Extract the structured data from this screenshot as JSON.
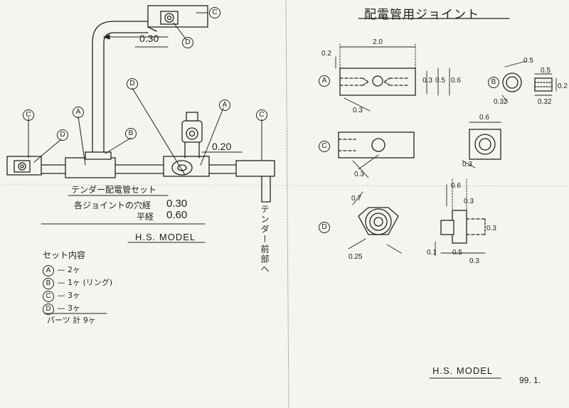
{
  "sheet": {
    "paper_color": "#f5f4f0",
    "ink_color": "#222222"
  },
  "left_panel": {
    "pipe_dims": [
      "0.30",
      "0.20"
    ],
    "callouts": [
      "C",
      "D",
      "A",
      "B",
      "D",
      "A",
      "C",
      "C",
      "D"
    ],
    "set_title": "テンダー配電管セット",
    "spec_hole_label": "各ジョイントの穴経",
    "spec_hole_value": "0.30",
    "spec_flat_label": "平経",
    "spec_flat_value": "0.60",
    "maker": "H.S. MODEL",
    "contents_title": "セット内容",
    "contents": [
      {
        "mark": "A",
        "qty": "— 2ヶ"
      },
      {
        "mark": "B",
        "qty": "— 1ヶ (リング)"
      },
      {
        "mark": "C",
        "qty": "— 3ヶ"
      },
      {
        "mark": "D",
        "qty": "— 3ヶ"
      }
    ],
    "total": "パーツ 計 9ヶ",
    "vertical_note": "テンダー前部へ"
  },
  "right_panel": {
    "title": "配電管用ジョイント",
    "part_labels": [
      "A",
      "B",
      "C",
      "D"
    ],
    "dims_a": [
      "2.0",
      "0.2",
      "0.3",
      "0.5",
      "0.6",
      "0.3"
    ],
    "dims_b": [
      "0.5",
      "0.5",
      "0.2",
      "0.32",
      "0.32"
    ],
    "dims_c": [
      "0.3",
      "0.6",
      "0.3"
    ],
    "dims_d": [
      "0.7",
      "0.25",
      "0.6",
      "0.3",
      "0.3",
      "0.1",
      "0.5",
      "0.3"
    ],
    "maker": "H.S. MODEL",
    "date": "99. 1."
  }
}
